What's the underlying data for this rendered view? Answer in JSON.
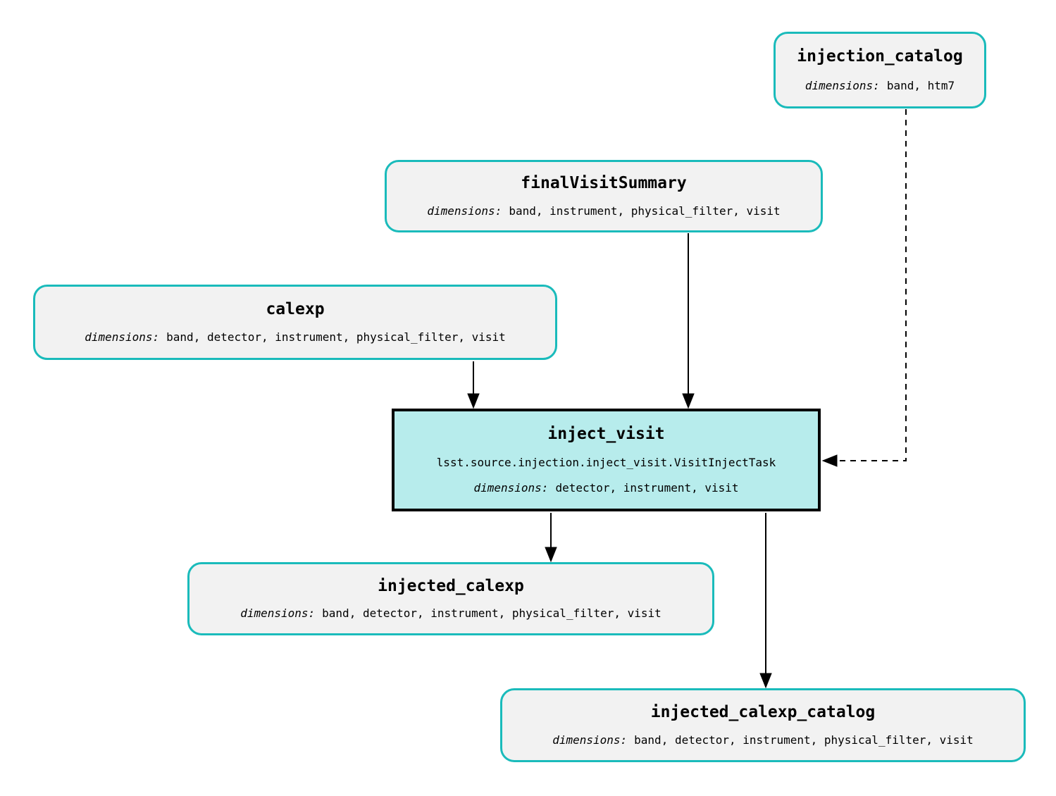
{
  "nodes": {
    "injection_catalog": {
      "title": "injection_catalog",
      "dimensions_label": "dimensions:",
      "dimensions_value": "band, htm7"
    },
    "finalVisitSummary": {
      "title": "finalVisitSummary",
      "dimensions_label": "dimensions:",
      "dimensions_value": "band, instrument, physical_filter, visit"
    },
    "calexp": {
      "title": "calexp",
      "dimensions_label": "dimensions:",
      "dimensions_value": "band, detector, instrument, physical_filter, visit"
    },
    "inject_visit": {
      "title": "inject_visit",
      "task_class": "lsst.source.injection.inject_visit.VisitInjectTask",
      "dimensions_label": "dimensions:",
      "dimensions_value": "detector, instrument, visit"
    },
    "injected_calexp": {
      "title": "injected_calexp",
      "dimensions_label": "dimensions:",
      "dimensions_value": "band, detector, instrument, physical_filter, visit"
    },
    "injected_calexp_catalog": {
      "title": "injected_calexp_catalog",
      "dimensions_label": "dimensions:",
      "dimensions_value": "band, detector, instrument, physical_filter, visit"
    }
  },
  "edges": [
    {
      "from": "calexp",
      "to": "inject_visit",
      "style": "solid"
    },
    {
      "from": "finalVisitSummary",
      "to": "inject_visit",
      "style": "solid"
    },
    {
      "from": "injection_catalog",
      "to": "inject_visit",
      "style": "dashed"
    },
    {
      "from": "inject_visit",
      "to": "injected_calexp",
      "style": "solid"
    },
    {
      "from": "inject_visit",
      "to": "injected_calexp_catalog",
      "style": "solid"
    }
  ],
  "colors": {
    "dataset_border": "#1ABBBB",
    "dataset_fill": "#F2F2F2",
    "task_fill": "#B7ECEC",
    "task_border": "#000000",
    "edge": "#000000",
    "background": "#FFFFFF",
    "text": "#000000"
  }
}
